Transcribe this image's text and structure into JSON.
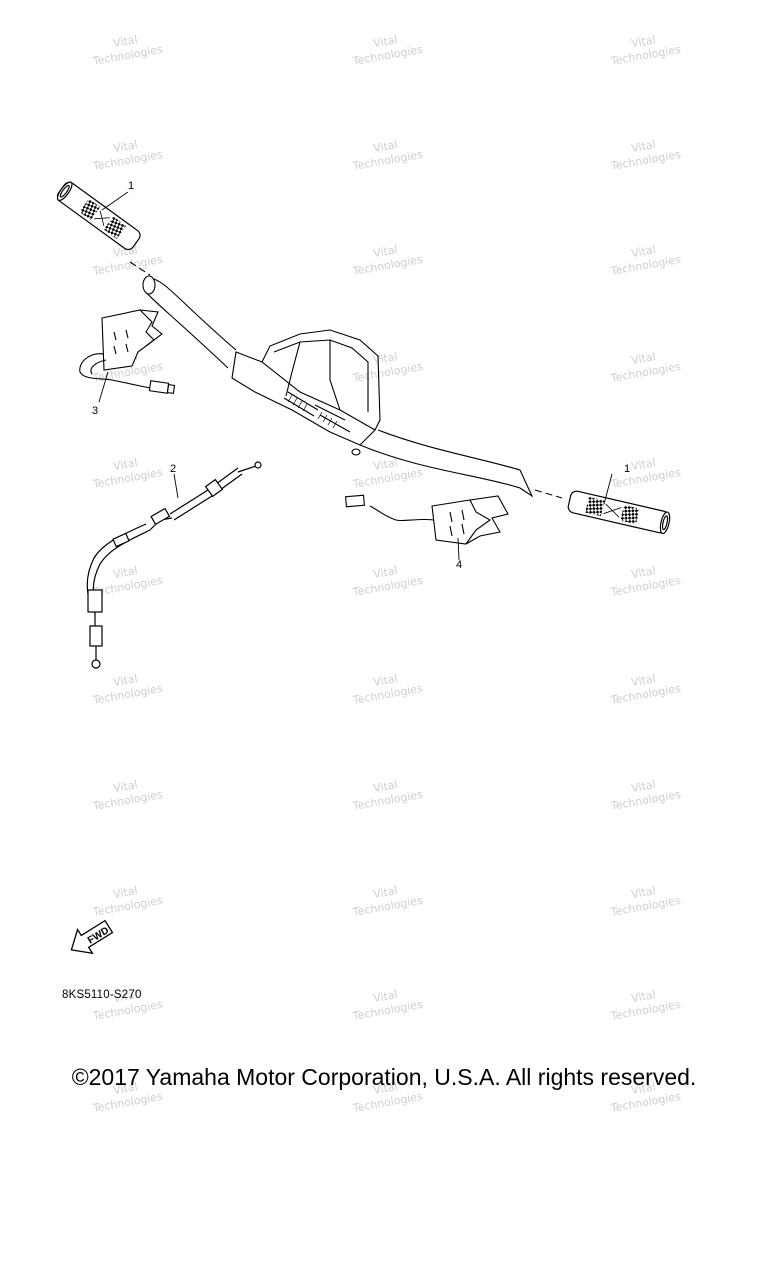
{
  "callouts": {
    "grip_left": "1",
    "grip_right": "1",
    "throttle_cable": "2",
    "heater_left": "3",
    "heater_right": "4"
  },
  "fwd_label": "FWD",
  "part_code": "8KS5110-S270",
  "copyright": "©2017 Yamaha Motor Corporation, U.S.A. All rights reserved.",
  "watermark": {
    "line1": "Vital",
    "line2": "Technologies"
  },
  "colors": {
    "line": "#000000",
    "watermark": "#cfcfcf",
    "background": "#ffffff"
  },
  "icons": [
    "handlebar-grip-icon",
    "handlebar-icon",
    "heater-element-icon",
    "throttle-cable-icon",
    "fwd-arrow-icon"
  ]
}
